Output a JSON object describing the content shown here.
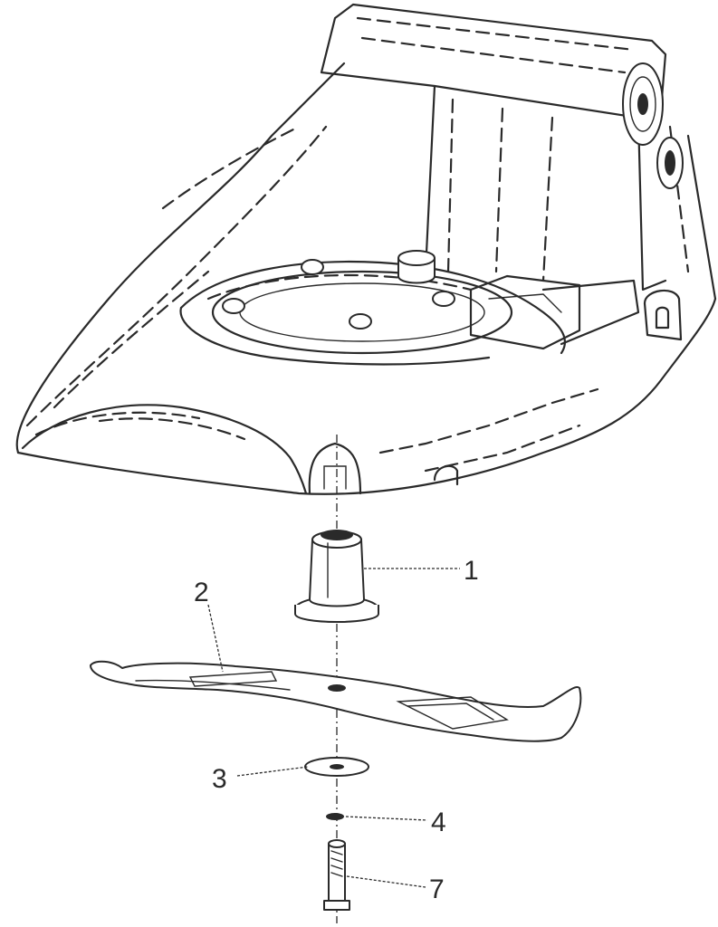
{
  "callouts": [
    {
      "id": "1",
      "label": "1"
    },
    {
      "id": "2",
      "label": "2"
    },
    {
      "id": "3",
      "label": "3"
    },
    {
      "id": "4",
      "label": "4"
    },
    {
      "id": "7",
      "label": "7"
    }
  ],
  "colors": {
    "line": "#2a2a2a",
    "background": "#ffffff"
  }
}
